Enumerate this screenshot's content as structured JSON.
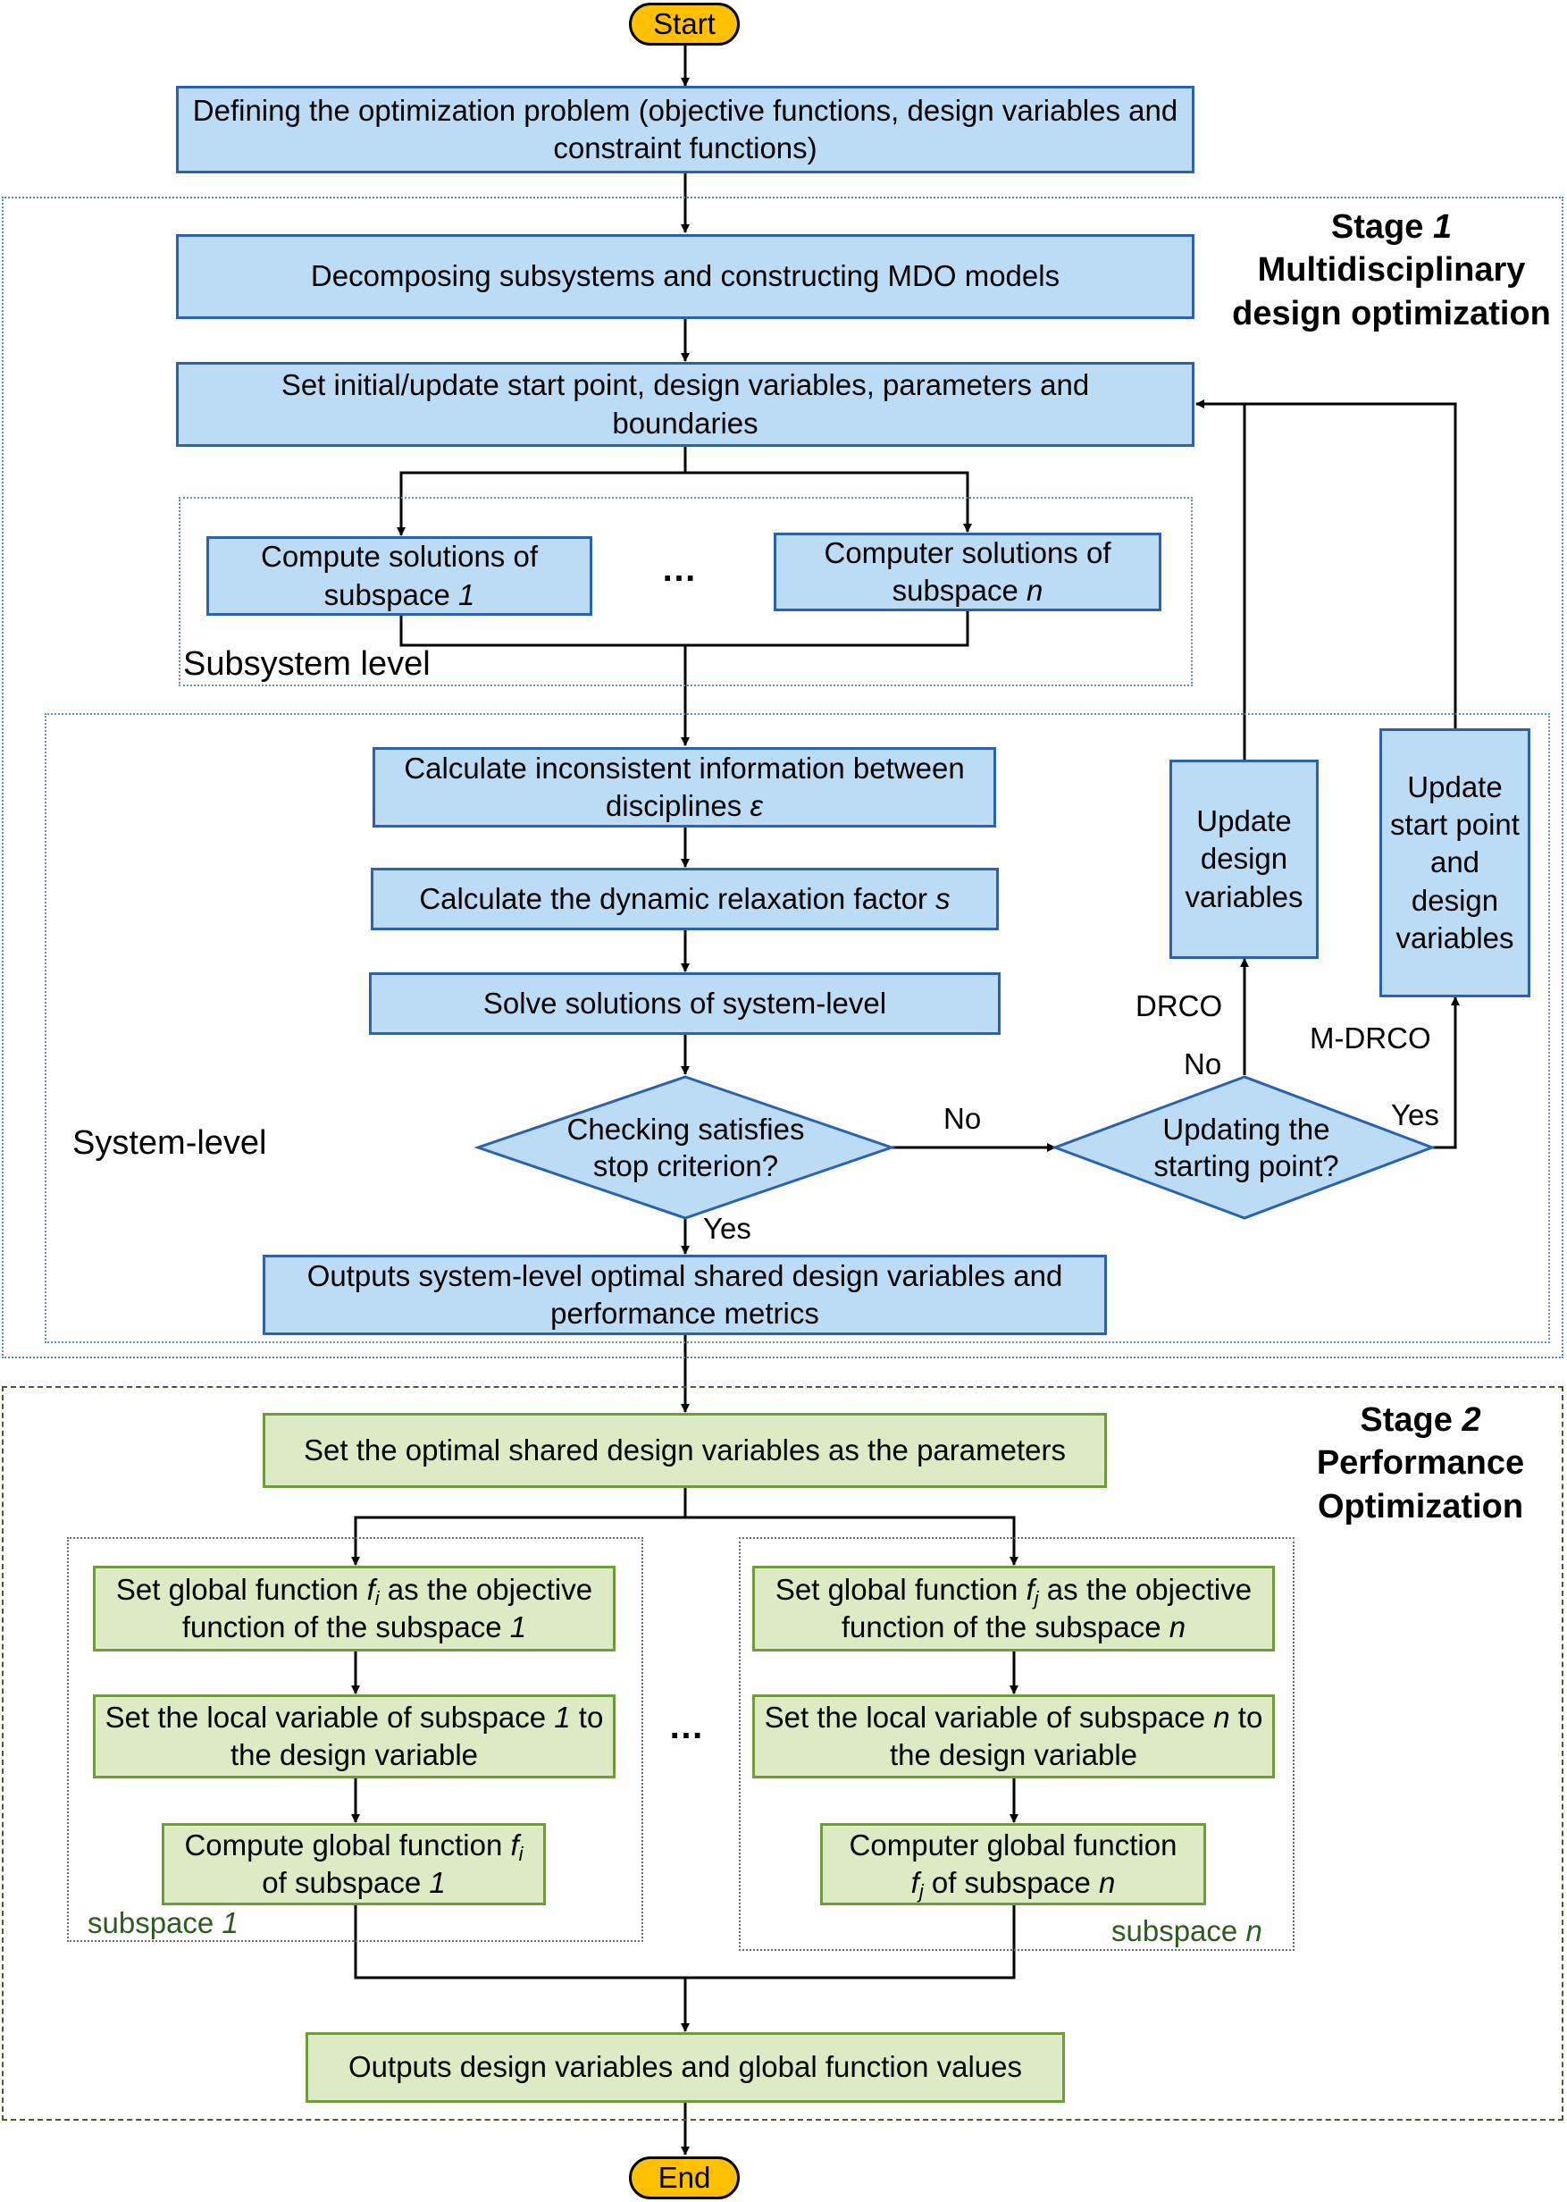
{
  "start": "Start",
  "end": "End",
  "define": "Defining the optimization problem (objective functions, design variables and constraint functions)",
  "stage1": {
    "title_a": "Stage ",
    "title_num": "1",
    "line2": "Multidisciplinary",
    "line3": "design optimization"
  },
  "decompose": "Decomposing subsystems and constructing MDO models",
  "set_initial": "Set initial/update start point, design variables, parameters and boundaries",
  "sub1": {
    "pre": "Compute solutions of subspace ",
    "var": "1"
  },
  "subn": {
    "pre": "Computer solutions of subspace ",
    "var": "n"
  },
  "ellipsis": "…",
  "subsystem_level": "Subsystem level",
  "calc_inconsistent": {
    "pre": "Calculate inconsistent information between disciplines ",
    "var": "ε"
  },
  "calc_relax": {
    "pre": "Calculate the dynamic relaxation factor ",
    "var": "s"
  },
  "solve_system": "Solve solutions of system-level",
  "system_level": "System-level",
  "check": "Checking satisfies stop criterion?",
  "updating": "Updating the starting point?",
  "update_dv": "Update design variables",
  "update_sp": "Update start point and design variables",
  "labels": {
    "no1": "No",
    "no2": "No",
    "yes1": "Yes",
    "yes2": "Yes",
    "drco": "DRCO",
    "mdrco": "M-DRCO"
  },
  "outputs_system": "Outputs system-level optimal shared design variables and performance metrics",
  "stage2": {
    "title_a": "Stage ",
    "title_num": "2",
    "line2": "Performance",
    "line3": "Optimization"
  },
  "set_optimal": "Set the optimal shared design variables  as the parameters",
  "left": {
    "global": {
      "a": "Set global function ",
      "f": "f",
      "sub": "i",
      "b": " as the objective function of the subspace ",
      "n": "1"
    },
    "local": {
      "a": "Set the local variable of subspace ",
      "n": "1",
      "b": " to the design variable"
    },
    "compute": {
      "a": "Compute global function ",
      "f": "f",
      "sub": "i",
      "b": " of  subspace ",
      "n": "1"
    },
    "label_a": "subspace ",
    "label_n": "1"
  },
  "right": {
    "global": {
      "a": "Set global function ",
      "f": "f",
      "sub": "j",
      "b": " as the objective function of the subspace ",
      "n": "n"
    },
    "local": {
      "a": "Set the local variable of subspace ",
      "n": "n",
      "b": " to the design variable"
    },
    "compute": {
      "a": "Computer global function ",
      "f": "f",
      "sub": "j",
      "b": "  of  subspace ",
      "n": "n"
    },
    "label_a": "subspace ",
    "label_n": "n"
  },
  "outputs_final": "Outputs design variables and global function values",
  "colors": {
    "blue_fill": "#bcdcf6",
    "blue_border": "#2b62b0",
    "green_fill": "#dcebc3",
    "green_border": "#6f9a3e",
    "terminal": "#ffc000"
  }
}
